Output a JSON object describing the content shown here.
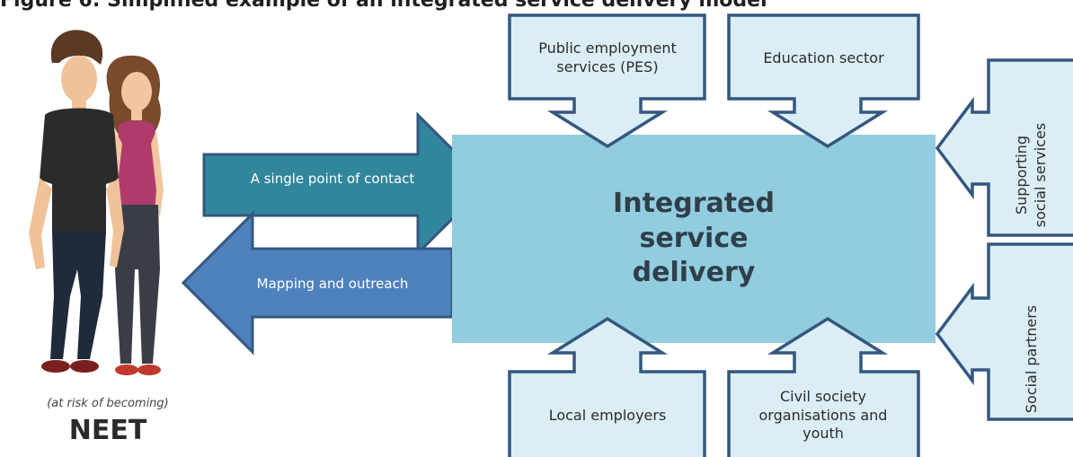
{
  "title": "Figure 6: Simplified example of an integrated service delivery model",
  "center": {
    "label": "Integrated\nservice\ndelivery"
  },
  "top_boxes": [
    {
      "label": "Public employment services (PES)"
    },
    {
      "label": "Education sector"
    }
  ],
  "bottom_boxes": [
    {
      "label": "Local employers"
    },
    {
      "label": "Civil society organisations and youth"
    }
  ],
  "right_boxes": [
    {
      "label": "Supporting\nsocial services"
    },
    {
      "label": "Social partners"
    }
  ],
  "left_arrows": {
    "contact": "A single point of contact",
    "outreach": "Mapping and outreach"
  },
  "neet": {
    "subtitle": "(at risk of becoming)",
    "label": "NEET"
  },
  "colors": {
    "center_fill": "#92cddf",
    "box_fill": "#dbeef5",
    "box_stroke": "#34577f",
    "contact_arrow": "#31869b",
    "outreach_arrow": "#4f81bd"
  }
}
